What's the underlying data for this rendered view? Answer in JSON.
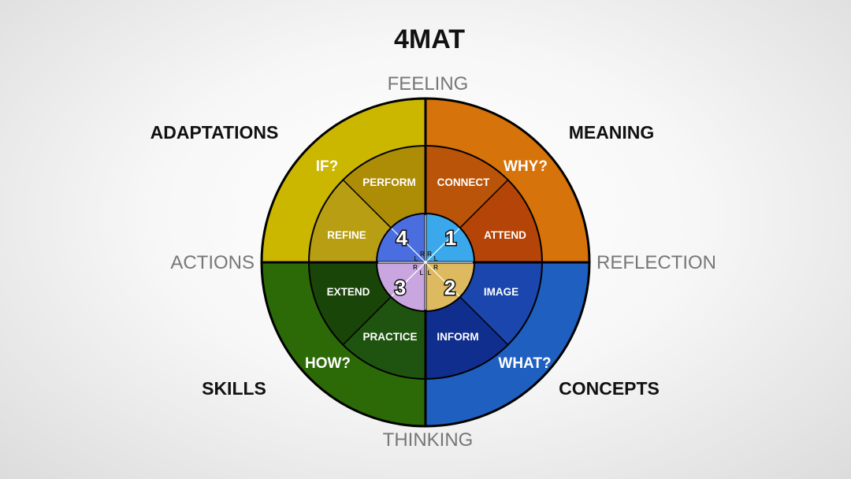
{
  "title": "4MAT",
  "axes": {
    "top": "FEELING",
    "bottom": "THINKING",
    "left": "ACTIONS",
    "right": "REFLECTION"
  },
  "quadrants": {
    "top_left": {
      "corner_label": "ADAPTATIONS",
      "question": "IF?",
      "segments": [
        "PERFORM",
        "REFINE"
      ],
      "number": "4",
      "colors": {
        "outer": "#cbb600",
        "segment_a": "#ad8c06",
        "segment_b": "#b89e12",
        "inner": "#4a6ee0"
      }
    },
    "top_right": {
      "corner_label": "MEANING",
      "question": "WHY?",
      "segments": [
        "CONNECT",
        "ATTEND"
      ],
      "number": "1",
      "colors": {
        "outer": "#d6730a",
        "segment_a": "#b95408",
        "segment_b": "#b44407",
        "inner": "#3aa8ea"
      }
    },
    "bottom_right": {
      "corner_label": "CONCEPTS",
      "question": "WHAT?",
      "segments": [
        "IMAGE",
        "INFORM"
      ],
      "number": "2",
      "colors": {
        "outer": "#1e5fc0",
        "segment_a": "#1a46ad",
        "segment_b": "#102e8e",
        "inner": "#ddb95f"
      }
    },
    "bottom_left": {
      "corner_label": "SKILLS",
      "question": "HOW?",
      "segments": [
        "PRACTICE",
        "EXTEND"
      ],
      "number": "3",
      "colors": {
        "outer": "#2b6a06",
        "segment_a": "#1f5410",
        "segment_b": "#1a4508",
        "inner": "#c9a6e0"
      }
    }
  },
  "center_marks": [
    "R",
    "L",
    "R",
    "L",
    "R",
    "L",
    "R",
    "L"
  ]
}
